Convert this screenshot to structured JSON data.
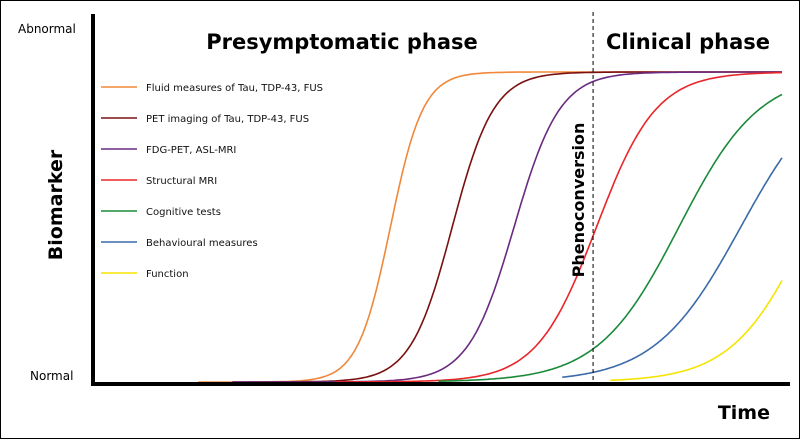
{
  "chart_data": {
    "type": "line",
    "title": "",
    "ylabel": "Biomarker",
    "xlabel": "Time",
    "y_top_label": "Abnormal",
    "y_bottom_label": "Normal",
    "xlim": [
      0,
      100
    ],
    "ylim": [
      0,
      1
    ],
    "grid": false,
    "legend_position": "top-left",
    "phases": [
      {
        "label": "Presymptomatic phase"
      },
      {
        "label": "Clinical phase"
      }
    ],
    "phenoconversion": {
      "label": "Phenoconversion",
      "x": 72.5
    },
    "series": [
      {
        "name": "Fluid measures of Tau, TDP-43, FUS",
        "color": "#f0883a",
        "midpoint": 43,
        "rate": 0.42,
        "x": [
          15,
          100
        ]
      },
      {
        "name": "PET imaging of Tau, TDP-43, FUS",
        "color": "#7a1010",
        "midpoint": 52,
        "rate": 0.33,
        "x": [
          20,
          100
        ]
      },
      {
        "name": "FDG-PET, ASL-MRI",
        "color": "#6a2a80",
        "midpoint": 61,
        "rate": 0.3,
        "x": [
          20,
          100
        ]
      },
      {
        "name": "Structural MRI",
        "color": "#e8262a",
        "midpoint": 73,
        "rate": 0.23,
        "x": [
          35,
          100
        ]
      },
      {
        "name": "Cognitive tests",
        "color": "#1a8a3a",
        "midpoint": 85,
        "rate": 0.17,
        "x": [
          50,
          100
        ]
      },
      {
        "name": "Behavioural measures",
        "color": "#3a6aa8",
        "midpoint": 94,
        "rate": 0.16,
        "x": [
          68,
          100
        ]
      },
      {
        "name": "Function",
        "color": "#f5e400",
        "midpoint": 104,
        "rate": 0.18,
        "x": [
          75,
          100
        ]
      }
    ]
  }
}
